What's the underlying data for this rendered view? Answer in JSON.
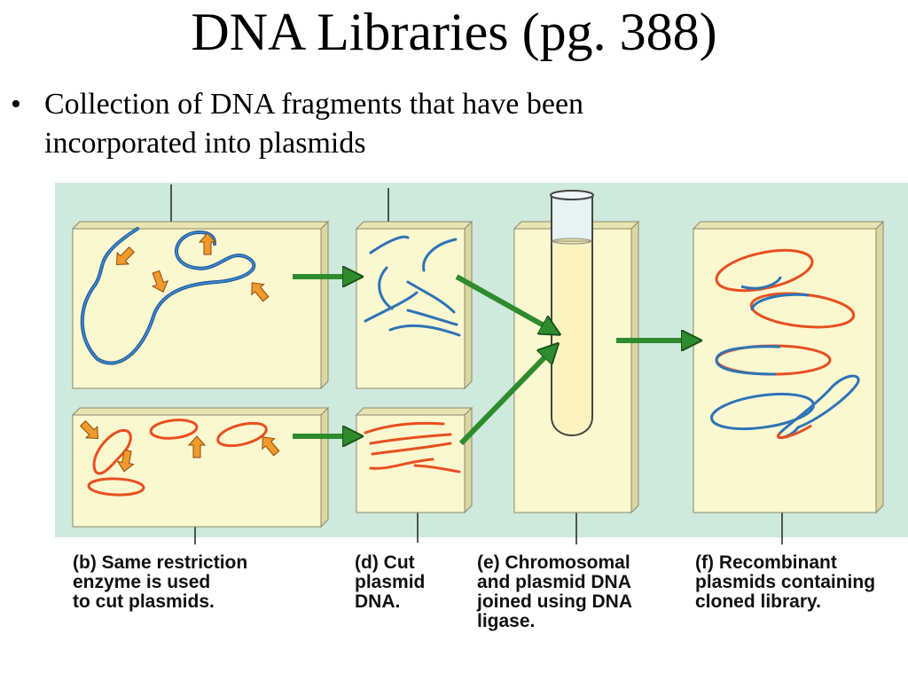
{
  "slide": {
    "title": "DNA Libraries (pg. 388)",
    "bullet": "Collection of DNA fragments that have been incorporated into plasmids"
  },
  "diagram": {
    "captions": {
      "b": "(b)  Same restriction\nenzyme is used\nto cut plasmids.",
      "d": "(d)  Cut\nplasmid\nDNA.",
      "e": "(e)  Chromosomal\nand plasmid DNA\njoined using DNA\nligase.",
      "f": "(f)  Recombinant\nplasmids containing\ncloned library."
    },
    "colors": {
      "background": "#cfe9dc",
      "panel": "#fbf7cf",
      "chromosomal_dna": "#2d74b8",
      "plasmid_dna": "#e85020",
      "process_arrow": "#2e8b2e",
      "enzyme_arrow": "#f09a2a"
    }
  }
}
